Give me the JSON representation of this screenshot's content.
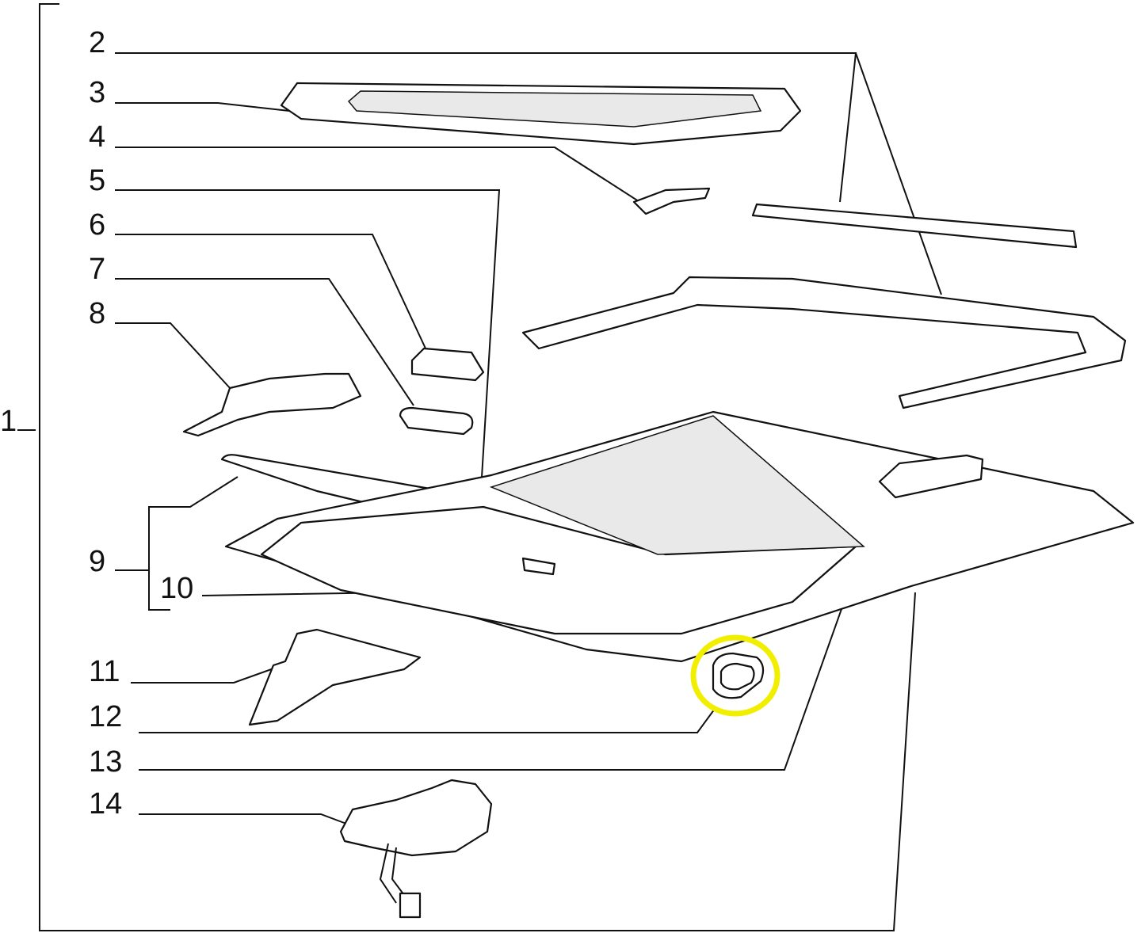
{
  "diagram": {
    "type": "exploded parts diagram (sunroof assembly)",
    "labels": [
      "1",
      "2",
      "3",
      "4",
      "5",
      "6",
      "7",
      "8",
      "9",
      "10",
      "11",
      "12",
      "13",
      "14"
    ],
    "highlight": {
      "part": "12",
      "color": "#f2ee00"
    }
  }
}
